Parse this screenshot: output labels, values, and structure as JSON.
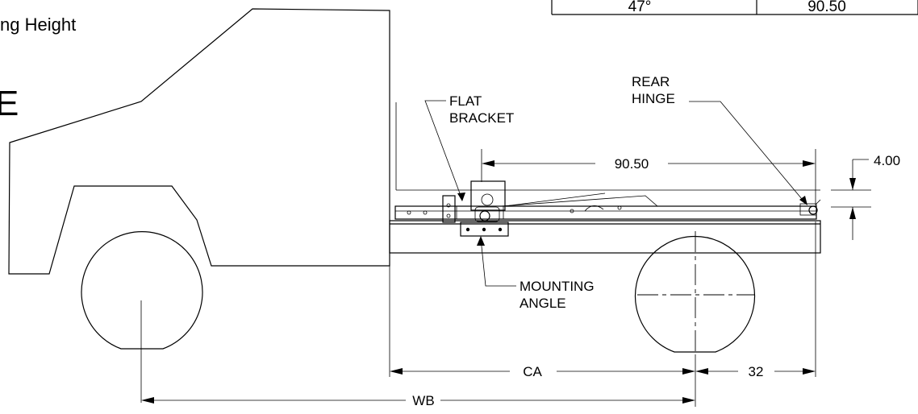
{
  "header": {
    "partial_title": "ng Height",
    "partial_letter": "E"
  },
  "table": {
    "angle": "47°",
    "length": "90.50"
  },
  "labels": {
    "flat_bracket_line1": "FLAT",
    "flat_bracket_line2": "BRACKET",
    "rear_hinge_line1": "REAR",
    "rear_hinge_line2": "HINGE",
    "mounting_angle_line1": "MOUNTING",
    "mounting_angle_line2": "ANGLE"
  },
  "dimensions": {
    "length": "90.50",
    "height": "4.00",
    "ca": "CA",
    "overhang": "32",
    "wb": "WB"
  }
}
